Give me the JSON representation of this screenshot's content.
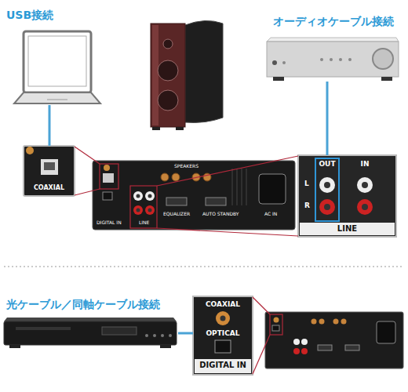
{
  "diagram": {
    "nodes": [
      {
        "text": [
          "USB接続"
        ]
      },
      {
        "text": [
          "オーディオケーブル接続"
        ]
      },
      {
        "text": [
          "COAXIAL"
        ]
      },
      {
        "text": [
          "OUT",
          "IN",
          "L",
          "R",
          "LINE"
        ]
      },
      {
        "text": [
          "光ケーブル／同軸ケーブル接続"
        ]
      },
      {
        "text": [
          "COAXIAL",
          "OPTICAL",
          "DIGITAL IN"
        ]
      }
    ],
    "edges": [
      {
        "from": 0,
        "to": 2,
        "arrow": "none"
      },
      {
        "from": 1,
        "to": 3,
        "arrow": "none"
      },
      {
        "from": 4,
        "to": 5,
        "arrow": "none"
      }
    ],
    "labels": [
      "SPEAKERS",
      "DIGITAL IN",
      "LINE",
      "EQUALIZER",
      "AUTO STANDBY",
      "AC IN"
    ]
  }
}
